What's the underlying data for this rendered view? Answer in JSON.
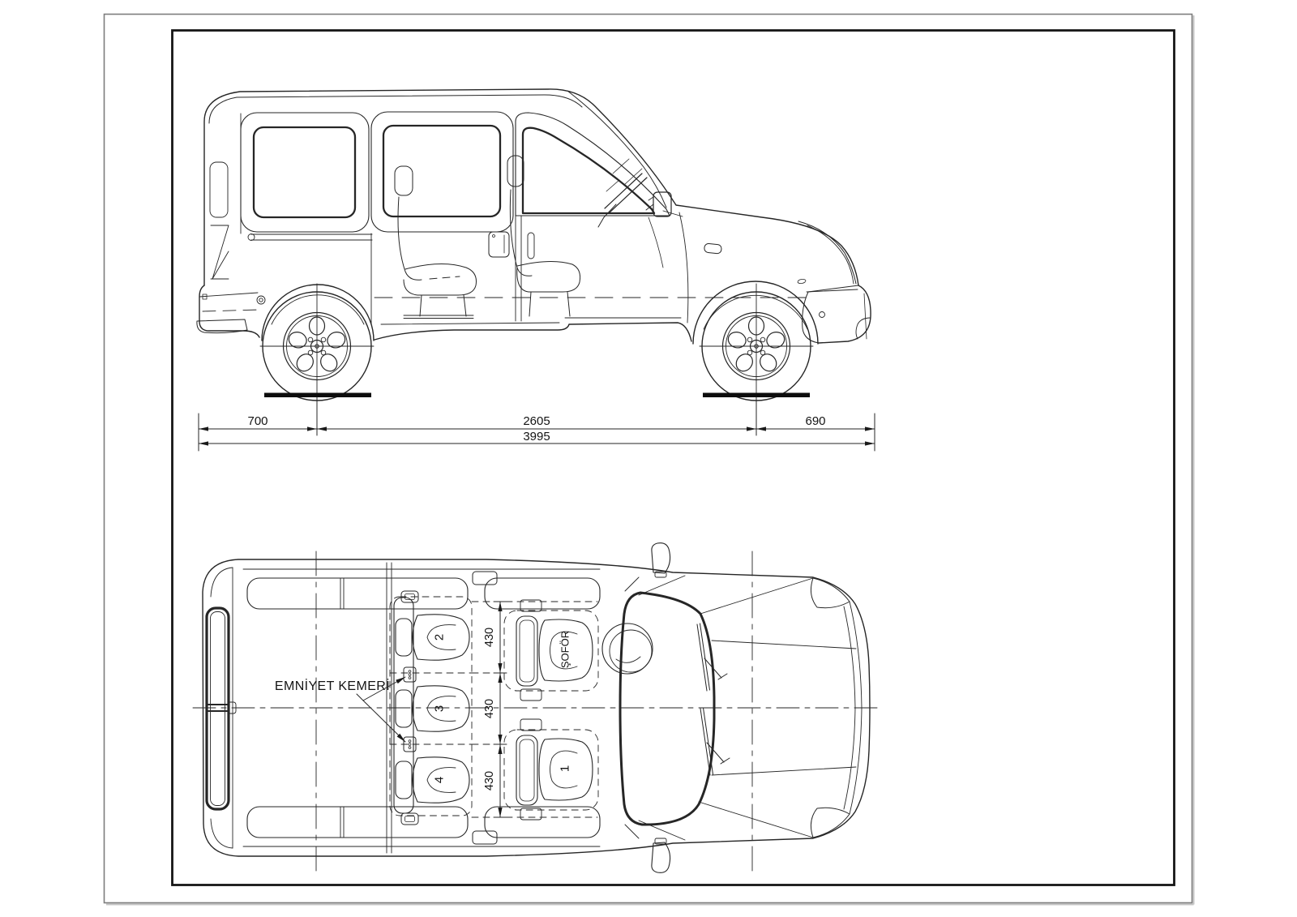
{
  "colors": {
    "line": "#262626",
    "text": "#141414",
    "paper": "#ffffff",
    "inner_frame": "#161616",
    "outer_border": "#7d7d7d"
  },
  "side_view": {
    "dimensions": {
      "rear_overhang_mm": "700",
      "wheelbase_mm": "2605",
      "front_overhang_mm": "690",
      "overall_length_mm": "3995"
    }
  },
  "top_view": {
    "seat_belt_label": "EMNİYET KEMERİ",
    "driver_seat_label": "ŞOFÖR",
    "front_seat_number": "1",
    "rear_seat_numbers": [
      "2",
      "3",
      "4"
    ],
    "seat_width_dims_mm": [
      "430",
      "430",
      "430"
    ]
  }
}
